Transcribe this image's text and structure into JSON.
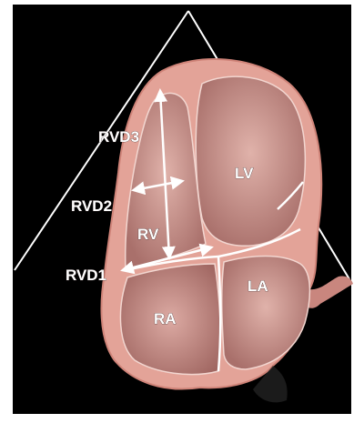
{
  "labels": {
    "rvd3": "RVD3",
    "rvd2": "RVD2",
    "rvd1": "RVD1",
    "rv": "RV",
    "lv": "LV",
    "ra": "RA",
    "la": "LA"
  },
  "colors": {
    "background": "#000000",
    "frame": "#ffffff",
    "myocardium": "#e6a49a",
    "chamber": "#c98c86",
    "arrow": "#ffffff"
  }
}
